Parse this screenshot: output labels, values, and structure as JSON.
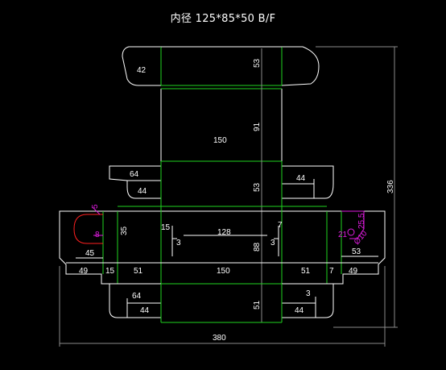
{
  "title": "内径 125*85*50 B/F",
  "colors": {
    "background": "#000000",
    "cut": "#ffffff",
    "fold": "#1fd31f",
    "accent": "#e01ce0",
    "warn": "#ff2020",
    "dim": "#8a8a8a"
  },
  "dims": {
    "top_flap_width": "42",
    "top_flap_height": "53",
    "lid_height": "91",
    "lid_width": "150",
    "upper_tab_left": "64",
    "upper_tab_left_inner": "44",
    "upper_tab_right": "44",
    "upper_side_height": "53",
    "total_height": "336",
    "small_five": "5",
    "small_eight": "8",
    "left_hole_height": "35",
    "left_hole_width": "45",
    "inner_tab_15": "15",
    "inner_tab_3_left": "3",
    "center_128": "128",
    "inner_7": "7",
    "inner_3_right": "3",
    "body_height": "88",
    "right_255": "25.5",
    "right_21": "21",
    "right_r10": "Ø10",
    "right_53": "53",
    "bottom_49_left": "49",
    "bottom_15": "15",
    "bottom_51_left": "51",
    "bottom_150": "150",
    "bottom_51_right": "51",
    "bottom_7": "7",
    "bottom_49_right": "49",
    "lower_tab_left": "64",
    "lower_tab_left_inner": "44",
    "lower_tab_right_3": "3",
    "lower_tab_right": "44",
    "lower_side_height": "51",
    "total_width": "380"
  }
}
